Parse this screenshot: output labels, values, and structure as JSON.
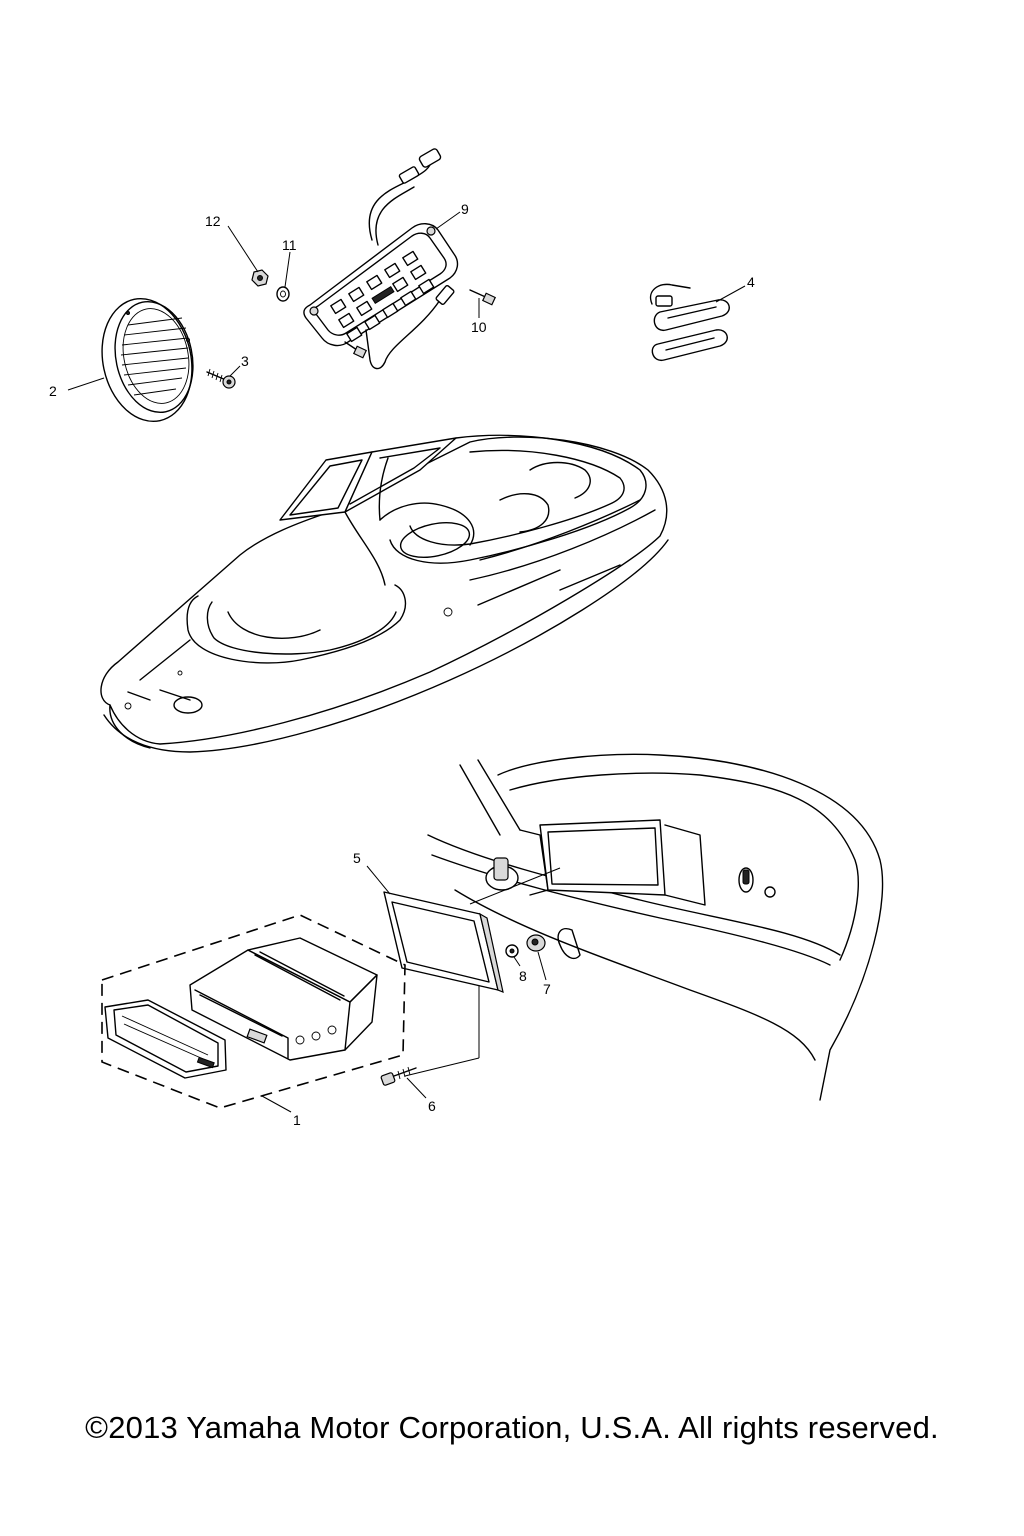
{
  "callouts": {
    "c1": "1",
    "c2": "2",
    "c3": "3",
    "c4": "4",
    "c5": "5",
    "c6": "6",
    "c7": "7",
    "c8": "8",
    "c9": "9",
    "c10": "10",
    "c11": "11",
    "c12": "12"
  },
  "copyright": "©2013 Yamaha Motor Corporation, U.S.A. All rights reserved."
}
